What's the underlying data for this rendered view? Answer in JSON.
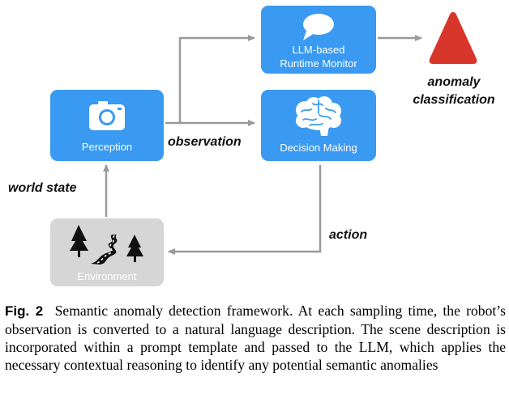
{
  "diagram": {
    "nodes": {
      "monitor": {
        "label_line1": "LLM-based",
        "label_line2": "Runtime Monitor"
      },
      "perception": {
        "label": "Perception"
      },
      "decision": {
        "label": "Decision Making"
      },
      "environment": {
        "label": "Environment"
      }
    },
    "edges": {
      "observation": "observation",
      "world_state": "world state",
      "action": "action",
      "anomaly_line1": "anomaly",
      "anomaly_line2": "classification"
    },
    "colors": {
      "node_blue": "#3a99f0",
      "node_gray": "#d6d6d6",
      "arrow_gray": "#9a9a9a",
      "warning_red": "#d9362b"
    },
    "icons": [
      "speech-bubble-icon",
      "camera-icon",
      "brain-icon",
      "forest-road-icon",
      "warning-triangle-icon"
    ]
  },
  "caption": {
    "label": "Fig. 2",
    "text": "Semantic anomaly detection framework. At each sampling time, the robot’s observation is converted to a natural language description. The scene description is incorporated within a prompt template and passed to the LLM, which applies the necessary contextual reasoning to identify any potential semantic anomalies"
  }
}
